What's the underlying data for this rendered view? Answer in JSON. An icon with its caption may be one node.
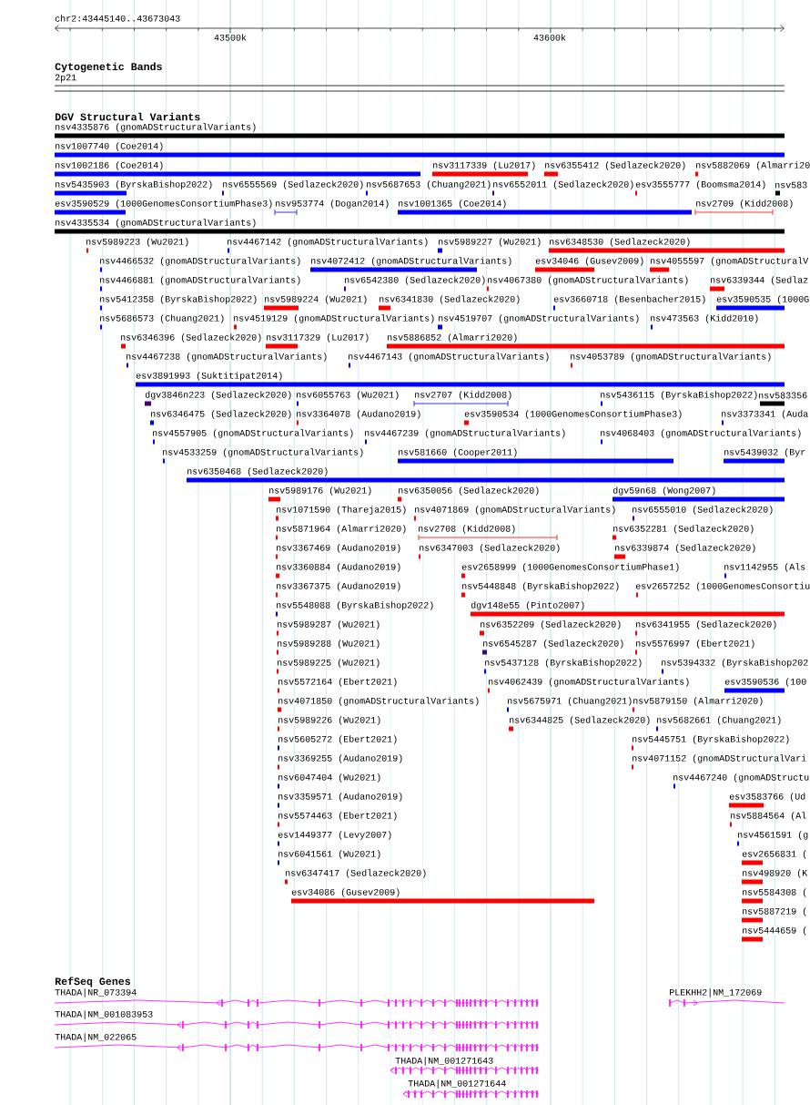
{
  "diagram": {
    "labels": [
      "chr2:43445140..43673043",
      "43500k",
      "43600k",
      "Cytogenetic Bands",
      "2p21",
      "DGV Structural Variants",
      "nsv4335876 (gnomADStructuralVariants)",
      "nsv1007740 (Coe2014)",
      "nsv1002186 (Coe2014)",
      "nsv3117339 (Lu2017)",
      "nsv6355412 (Sedlazeck2020)",
      "nsv5882069 (Almarri20",
      "nsv5435903 (ByrskaBishop2022)",
      "nsv6555569 (Sedlazeck2020)",
      "nsv5687653 (Chuang2021)",
      "nsv6552011 (Sedlazeck2020)",
      "esv3555777 (Boomsma2014)",
      "nsv583",
      "esv3590529 (1000GenomesConsortiumPhase3)",
      "nsv953774 (Dogan2014)",
      "nsv1001365 (Coe2014)",
      "nsv2709 (Kidd2008)",
      "nsv4335534 (gnomADStructuralVariants)",
      "nsv5989223 (Wu2021)",
      "nsv4467142 (gnomADStructuralVariants)",
      "nsv5989227 (Wu2021)",
      "nsv6348530 (Sedlazeck2020)",
      "nsv4466532 (gnomADStructuralVariants)",
      "nsv4072412 (gnomADStructuralVariants)",
      "esv34046 (Gusev2009)",
      "nsv4055597 (gnomADStructuralV",
      "nsv4466881 (gnomADStructuralVariants)",
      "nsv6542380 (Sedlazeck2020)",
      "nsv4067380 (gnomADStructuralVariants)",
      "nsv6339344 (Sedlaz",
      "nsv5412358 (ByrskaBishop2022)",
      "nsv5989224 (Wu2021)",
      "nsv6341830 (Sedlazeck2020)",
      "esv3660718 (Besenbacher2015)",
      "esv3590535 (1000G",
      "nsv5686573 (Chuang2021)",
      "nsv4519129 (gnomADStructuralVariants)",
      "nsv4519707 (gnomADStructuralVariants)",
      "nsv473563 (Kidd2010)",
      "nsv6346396 (Sedlazeck2020)",
      "nsv3117329 (Lu2017)",
      "nsv5886852 (Almarri2020)",
      "nsv4467238 (gnomADStructuralVariants)",
      "nsv4467143 (gnomADStructuralVariants)",
      "nsv4053789 (gnomADStructuralVariants)",
      "esv3891993 (Suktitipat2014)",
      "dgv3846n223 (Sedlazeck2020)",
      "nsv6055763 (Wu2021)",
      "nsv2707 (Kidd2008)",
      "nsv5436115 (ByrskaBishop2022)",
      "nsv583356",
      "nsv6346475 (Sedlazeck2020)",
      "nsv3364078 (Audano2019)",
      "esv3590534 (1000GenomesConsortiumPhase3)",
      "nsv3373341 (Auda",
      "nsv4557905 (gnomADStructuralVariants)",
      "nsv4467239 (gnomADStructuralVariants)",
      "nsv4068403 (gnomADStructuralVariants)",
      "nsv4533259 (gnomADStructuralVariants)",
      "nsv581660 (Cooper2011)",
      "nsv5439032 (Byr",
      "nsv6350468 (Sedlazeck2020)",
      "nsv5989176 (Wu2021)",
      "nsv6350056 (Sedlazeck2020)",
      "dgv59n68 (Wong2007)",
      "nsv1071590 (Thareja2015)",
      "nsv4071869 (gnomADStructuralVariants)",
      "nsv6555010 (Sedlazeck2020)",
      "nsv5871964 (Almarri2020)",
      "nsv2708 (Kidd2008)",
      "nsv6352281 (Sedlazeck2020)",
      "nsv3367469 (Audano2019)",
      "nsv6347003 (Sedlazeck2020)",
      "nsv6339874 (Sedlazeck2020)",
      "nsv3360884 (Audano2019)",
      "esv2658999 (1000GenomesConsortiumPhase1)",
      "nsv1142955 (Als",
      "nsv3367375 (Audano2019)",
      "nsv5448848 (ByrskaBishop2022)",
      "esv2657252 (1000GenomesConsortiu",
      "nsv5548088 (ByrskaBishop2022)",
      "dgv148e55 (Pinto2007)",
      "nsv5989287 (Wu2021)",
      "nsv6352209 (Sedlazeck2020)",
      "nsv6341955 (Sedlazeck2020)",
      "nsv5989288 (Wu2021)",
      "nsv6545287 (Sedlazeck2020)",
      "nsv5576997 (Ebert2021)",
      "nsv5989225 (Wu2021)",
      "nsv5437128 (ByrskaBishop2022)",
      "nsv5394332 (ByrskaBishop202",
      "nsv5572164 (Ebert2021)",
      "nsv4062439 (gnomADStructuralVariants)",
      "esv3590536 (100",
      "nsv4071850 (gnomADStructuralVariants)",
      "nsv5675971 (Chuang2021)",
      "nsv5879150 (Almarri2020)",
      "nsv5989226 (Wu2021)",
      "nsv6344825 (Sedlazeck2020)",
      "nsv5682661 (Chuang2021)",
      "nsv5605272 (Ebert2021)",
      "nsv5445751 (ByrskaBishop2022)",
      "nsv3369255 (Audano2019)",
      "nsv4071152 (gnomADStructuralVari",
      "nsv6047404 (Wu2021)",
      "nsv4467240 (gnomADStructu",
      "nsv3359571 (Audano2019)",
      "esv3583766 (Ud",
      "nsv5574463 (Ebert2021)",
      "nsv5884564 (Al",
      "esv1449377 (Levy2007)",
      "nsv4561591 (g",
      "nsv6041561 (Wu2021)",
      "esv2656831 (",
      "nsv6347417 (Sedlazeck2020)",
      "nsv498920 (K",
      "esv34086 (Gusev2009)",
      "nsv5584308 (",
      "nsv5887219 (",
      "nsv5444659 (",
      "RefSeq Genes",
      "THADA|NR_073394",
      "PLEKHH2|NM_172069",
      "THADA|NM_001083953",
      "THADA|NM_022065",
      "THADA|NM_001271643",
      "THADA|NM_001271644"
    ]
  }
}
